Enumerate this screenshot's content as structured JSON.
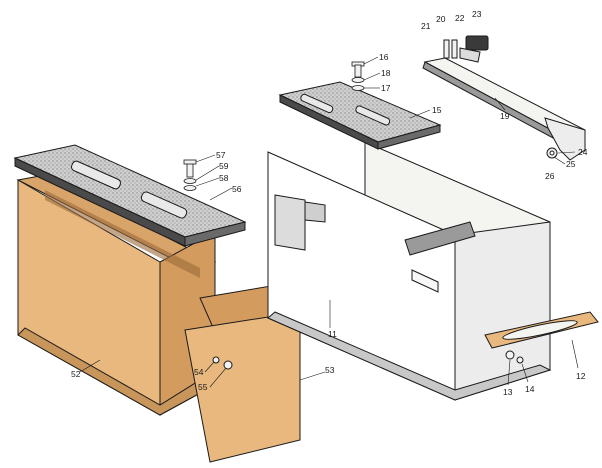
{
  "diagram": {
    "colors": {
      "tan": "#e8b87e",
      "tan_dark": "#c8955a",
      "metal_light": "#f4f4f0",
      "metal_shadow": "#9a9a9a",
      "plate_dark": "#4a4a4a",
      "plate_texture": "#b9b9b9",
      "ink": "#1a1a1a"
    },
    "parts": {
      "left_box": "left-battery-box",
      "right_box": "right-battery-box",
      "lid_left": "left-box-lid",
      "lid_right": "right-box-lid",
      "strap_top": "battery-clamp-strap",
      "strap_side": "battery-retaining-strap",
      "front_panel": "front-cover-panel"
    },
    "callouts": [
      {
        "id": "c11",
        "label": "11"
      },
      {
        "id": "c12",
        "label": "12"
      },
      {
        "id": "c13",
        "label": "13"
      },
      {
        "id": "c14",
        "label": "14"
      },
      {
        "id": "c15",
        "label": "15"
      },
      {
        "id": "c16",
        "label": "16"
      },
      {
        "id": "c17",
        "label": "17"
      },
      {
        "id": "c18",
        "label": "18"
      },
      {
        "id": "c19",
        "label": "19"
      },
      {
        "id": "c20",
        "label": "20"
      },
      {
        "id": "c21",
        "label": "21"
      },
      {
        "id": "c22",
        "label": "22"
      },
      {
        "id": "c23",
        "label": "23"
      },
      {
        "id": "c24",
        "label": "24"
      },
      {
        "id": "c25",
        "label": "25"
      },
      {
        "id": "c26",
        "label": "26"
      },
      {
        "id": "c52",
        "label": "52"
      },
      {
        "id": "c53",
        "label": "53"
      },
      {
        "id": "c54",
        "label": "54"
      },
      {
        "id": "c55",
        "label": "55"
      },
      {
        "id": "c56",
        "label": "56"
      },
      {
        "id": "c57",
        "label": "57"
      },
      {
        "id": "c58",
        "label": "58"
      },
      {
        "id": "c59",
        "label": "59"
      }
    ]
  }
}
